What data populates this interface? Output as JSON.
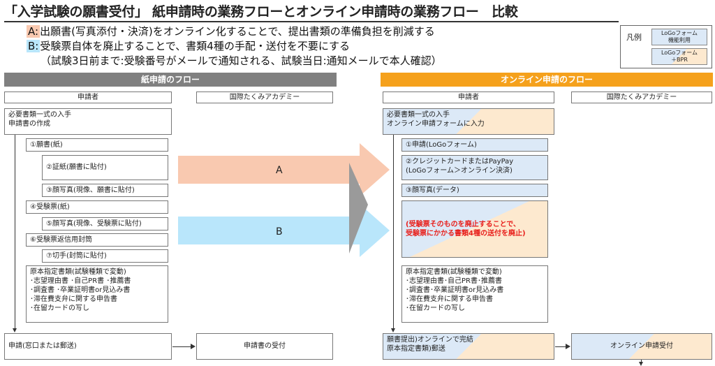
{
  "title": "「入学試験の願書受付」 紙申請時の業務フローとオンライン申請時の業務フロー　比較",
  "intro": {
    "line_a_tag": "A:",
    "line_a_text": "出願書(写真添付・決済)をオンライン化することで、提出書類の準備負担を削減する",
    "line_b_tag": "B:",
    "line_b_text": "受験票自体を廃止することで、書類4種の手配・送付を不要にする",
    "line_b_note": "（試験3日前まで:受験番号がメールで通知される、試験当日:通知メールで本人確認）"
  },
  "legend": {
    "label": "凡例",
    "item1_line1": "LoGoフォーム",
    "item1_line2": "機能利用",
    "item2_line1": "LoGoフォーム",
    "item2_line2": "＋BPR"
  },
  "paper": {
    "header": "紙申請のフロー",
    "col_applicant": "申請者",
    "col_academy": "国際たくみアカデミー",
    "prep_line1": "必要書類一式の入手",
    "prep_line2": "申請書の作成",
    "step1": "①願書(紙)",
    "step2": "②証紙(願書に貼付)",
    "step3": "③顔写真(現像、願書に貼付)",
    "step4": "④受験票(紙)",
    "step5": "⑤顔写真(現像、受験票に貼付)",
    "step6": "⑥受験票返信用封筒",
    "step7": "⑦切手(封筒に貼付)",
    "docs_title": "原本指定書類(試験種類で変動)",
    "docs_line1": "･志望理由書 ･自己PR書 ･推薦書",
    "docs_line2": "･調査書 ･卒業証明書or見込み書",
    "docs_line3": "･滞在費支弁に関する申告書",
    "docs_line4": "･在留カードの写し",
    "submit": "申請(窓口または郵送)",
    "receive": "申請書の受付"
  },
  "arrows": {
    "a": "A",
    "b": "B"
  },
  "online": {
    "header": "オンライン申請のフロー",
    "col_applicant": "申請者",
    "col_academy": "国際たくみアカデミー",
    "prep_line1": "必要書類一式の入手",
    "prep_line2": "オンライン申請フォームに入力",
    "step1": "①申請(LoGoフォーム)",
    "step2_line1": "②クレジットカードまたはPayPay",
    "step2_line2": "(LoGoフォーム＞オンライン決済)",
    "step3": "③顔写真(データ)",
    "abolish_line1": "(受験票そのものを廃止することで、",
    "abolish_line2": "受験票にかかる書類4種の送付を廃止)",
    "docs_title": "原本指定書類(試験種類で変動)",
    "docs_line1": "･志望理由書･自己PR書･推薦書",
    "docs_line2": "･調査書･卒業証明書or見込み書",
    "docs_line3": "･滞在費支弁に関する申告書",
    "docs_line4": "･在留カードの写し",
    "submit_line1": "願書提出)オンラインで完結",
    "submit_line2": "原本指定書類)郵送",
    "receive": "オンライン申請受付"
  },
  "colors": {
    "paper_header": "#808080",
    "online_header": "#f5a11c",
    "arrow_a": "#f9c9b0",
    "arrow_b": "#b9e6fb",
    "logo_blue": "#dce9f7",
    "bpr_peach": "#fde9cf",
    "emphasis_red": "#e8201c"
  }
}
